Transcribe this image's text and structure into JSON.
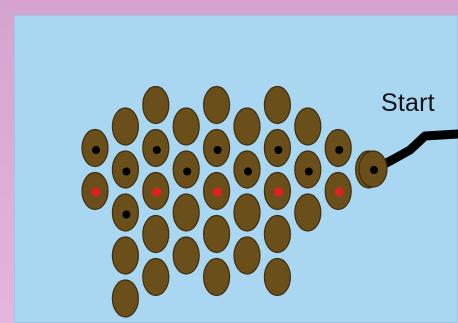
{
  "start_label": "Start",
  "colors": {
    "frame": "#d9a8d1",
    "water": "#a9d6f1",
    "egg": "#6b4f1b",
    "egg_outline": "#3f2d0c",
    "marker_black": "#000000",
    "marker_red": "#e02020",
    "path": "#000000"
  },
  "eggs": [
    {
      "col": 1,
      "row": 1,
      "marker": "none"
    },
    {
      "col": 1,
      "row": 3,
      "marker": "black"
    },
    {
      "col": 1,
      "row": 5,
      "marker": "black"
    },
    {
      "col": 1,
      "row": 7,
      "marker": "none"
    },
    {
      "col": 1,
      "row": 9,
      "marker": "none"
    },
    {
      "col": 0,
      "row": 2,
      "marker": "black"
    },
    {
      "col": 0,
      "row": 4,
      "marker": "red"
    },
    {
      "col": 2,
      "row": 0,
      "marker": "none"
    },
    {
      "col": 2,
      "row": 2,
      "marker": "black"
    },
    {
      "col": 2,
      "row": 4,
      "marker": "red"
    },
    {
      "col": 2,
      "row": 6,
      "marker": "none"
    },
    {
      "col": 2,
      "row": 8,
      "marker": "none"
    },
    {
      "col": 3,
      "row": 1,
      "marker": "none"
    },
    {
      "col": 3,
      "row": 3,
      "marker": "black"
    },
    {
      "col": 3,
      "row": 5,
      "marker": "none"
    },
    {
      "col": 3,
      "row": 7,
      "marker": "none"
    },
    {
      "col": 4,
      "row": 0,
      "marker": "none"
    },
    {
      "col": 4,
      "row": 2,
      "marker": "black"
    },
    {
      "col": 4,
      "row": 4,
      "marker": "red"
    },
    {
      "col": 4,
      "row": 6,
      "marker": "none"
    },
    {
      "col": 4,
      "row": 8,
      "marker": "none"
    },
    {
      "col": 5,
      "row": 1,
      "marker": "none"
    },
    {
      "col": 5,
      "row": 3,
      "marker": "black"
    },
    {
      "col": 5,
      "row": 5,
      "marker": "none"
    },
    {
      "col": 5,
      "row": 7,
      "marker": "none"
    },
    {
      "col": 6,
      "row": 0,
      "marker": "none"
    },
    {
      "col": 6,
      "row": 2,
      "marker": "black"
    },
    {
      "col": 6,
      "row": 4,
      "marker": "red"
    },
    {
      "col": 6,
      "row": 6,
      "marker": "none"
    },
    {
      "col": 6,
      "row": 8,
      "marker": "none"
    },
    {
      "col": 7,
      "row": 1,
      "marker": "none"
    },
    {
      "col": 7,
      "row": 3,
      "marker": "black"
    },
    {
      "col": 7,
      "row": 5,
      "marker": "none"
    },
    {
      "col": 8,
      "row": 2,
      "marker": "black"
    },
    {
      "col": 8,
      "row": 4,
      "marker": "red"
    },
    {
      "col": 9,
      "row": 3,
      "marker": "black"
    }
  ]
}
